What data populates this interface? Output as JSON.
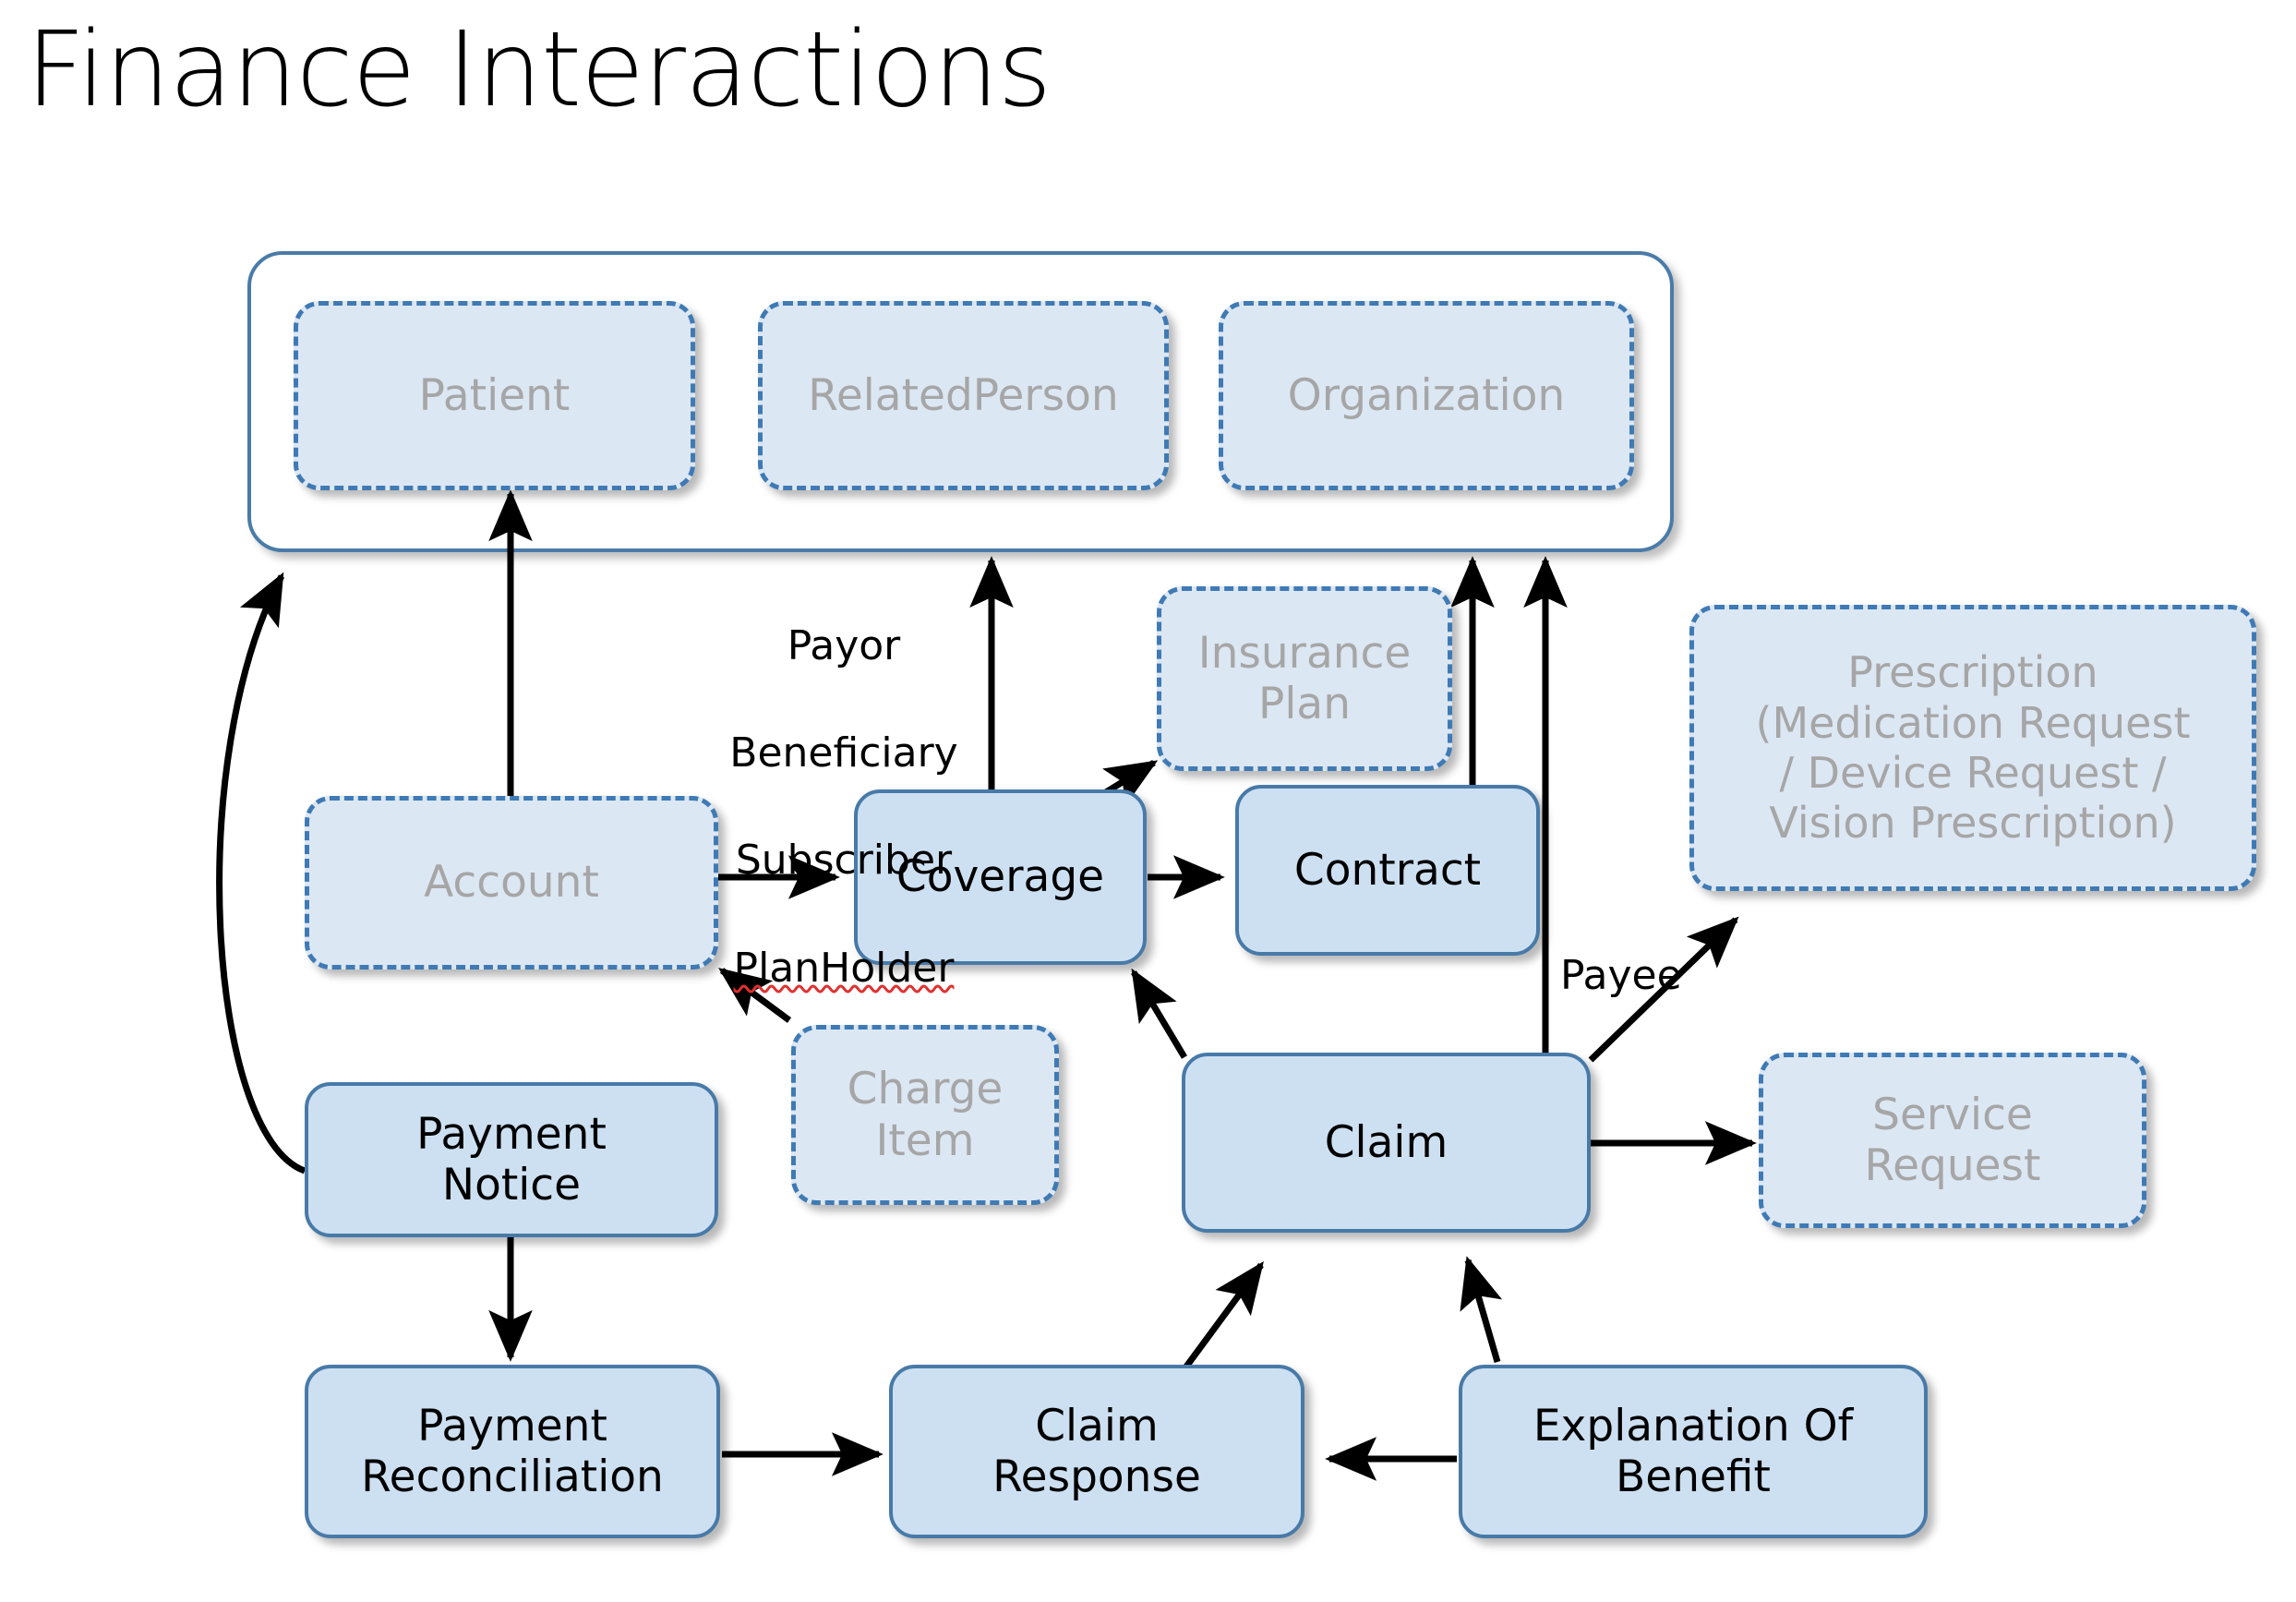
{
  "page": {
    "title": "Finance Interactions",
    "background_color": "#ffffff"
  },
  "palette": {
    "solid_fill": "#cde0f2",
    "solid_border": "#487aa8",
    "ghost_fill": "#dce7f4",
    "ghost_border": "#3f7ab5",
    "ghost_text": "#a6a6a6",
    "solid_text": "#000000",
    "group_border": "#4a7ba8",
    "arrow_color": "#000000",
    "spellcheck_underline": "#e03030"
  },
  "group_container": {
    "name": "actors-group",
    "label": "",
    "members": [
      "Patient",
      "RelatedPerson",
      "Organization"
    ]
  },
  "nodes": [
    {
      "id": "patient",
      "label": "Patient",
      "style": "ghost"
    },
    {
      "id": "related-person",
      "label": "RelatedPerson",
      "style": "ghost"
    },
    {
      "id": "organization",
      "label": "Organization",
      "style": "ghost"
    },
    {
      "id": "insurance-plan",
      "label": "Insurance\nPlan",
      "style": "ghost"
    },
    {
      "id": "prescription",
      "label": "Prescription\n(Medication Request\n/ Device Request /\nVision Prescription)",
      "style": "ghost"
    },
    {
      "id": "account",
      "label": "Account",
      "style": "ghost"
    },
    {
      "id": "charge-item",
      "label": "Charge\nItem",
      "style": "ghost"
    },
    {
      "id": "service-request",
      "label": "Service\nRequest",
      "style": "ghost"
    },
    {
      "id": "coverage",
      "label": "Coverage",
      "style": "solid"
    },
    {
      "id": "contract",
      "label": "Contract",
      "style": "solid"
    },
    {
      "id": "claim",
      "label": "Claim",
      "style": "solid"
    },
    {
      "id": "payment-notice",
      "label": "Payment\nNotice",
      "style": "solid"
    },
    {
      "id": "payment-reconciliation",
      "label": "Payment\nReconciliation",
      "style": "solid"
    },
    {
      "id": "claim-response",
      "label": "Claim\nResponse",
      "style": "solid"
    },
    {
      "id": "explanation-of-benefit",
      "label": "Explanation Of\nBenefit",
      "style": "solid"
    }
  ],
  "edge_labels": {
    "coverage_roles_line1": "Payor",
    "coverage_roles_line2": "Beneficiary",
    "coverage_roles_line3": "Subscriber",
    "coverage_roles_line4": "PlanHolder",
    "payee": "Payee"
  },
  "edges": [
    {
      "from": "account",
      "to": "patient",
      "label": ""
    },
    {
      "from": "account",
      "to": "coverage",
      "label": ""
    },
    {
      "from": "coverage",
      "to": "actors-group",
      "label": "Payor / Beneficiary / Subscriber / PlanHolder"
    },
    {
      "from": "coverage",
      "to": "insurance-plan",
      "label": ""
    },
    {
      "from": "coverage",
      "to": "contract",
      "label": ""
    },
    {
      "from": "contract",
      "to": "actors-group",
      "label": ""
    },
    {
      "from": "claim",
      "to": "actors-group",
      "label": ""
    },
    {
      "from": "claim",
      "to": "coverage",
      "label": ""
    },
    {
      "from": "claim",
      "to": "prescription",
      "label": "Payee"
    },
    {
      "from": "claim",
      "to": "service-request",
      "label": ""
    },
    {
      "from": "charge-item",
      "to": "account",
      "label": ""
    },
    {
      "from": "payment-notice",
      "to": "actors-group",
      "label": ""
    },
    {
      "from": "payment-notice",
      "to": "payment-reconciliation",
      "label": ""
    },
    {
      "from": "payment-reconciliation",
      "to": "claim-response",
      "label": ""
    },
    {
      "from": "claim-response",
      "to": "claim",
      "label": ""
    },
    {
      "from": "explanation-of-benefit",
      "to": "claim-response",
      "label": ""
    },
    {
      "from": "explanation-of-benefit",
      "to": "claim",
      "label": ""
    }
  ]
}
